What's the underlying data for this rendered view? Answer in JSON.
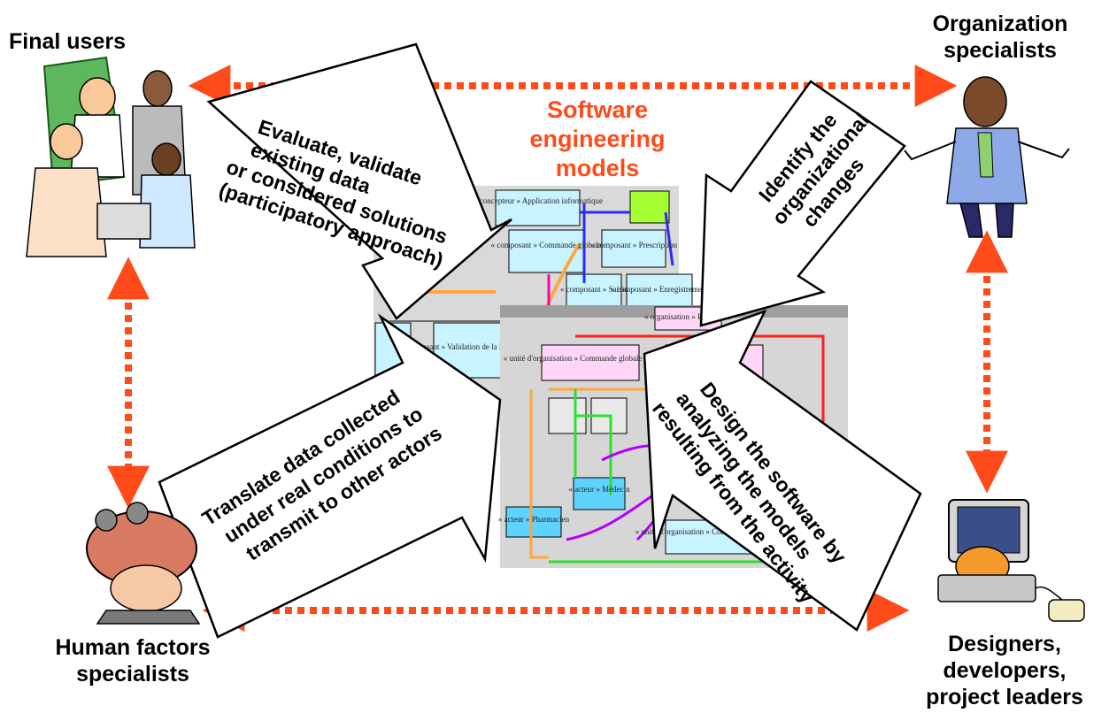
{
  "actors": {
    "final_users": "Final users",
    "organization": [
      "Organization",
      "specialists"
    ],
    "human_factors": [
      "Human factors",
      "specialists"
    ],
    "designers": [
      "Designers,",
      "developers,",
      "project leaders"
    ]
  },
  "center": {
    "title": [
      "Software",
      "engineering",
      "models"
    ]
  },
  "callouts": {
    "evaluate": [
      "Evaluate, validate",
      "existing data",
      "or considered solutions",
      "(participatory approach)"
    ],
    "identify": [
      "Identify the",
      "organizational",
      "changes"
    ],
    "translate": [
      "Translate data collected",
      "under real conditions to",
      "transmit to other actors"
    ],
    "design": [
      "Design the software by",
      "analyzing the models",
      "resulting from the activity"
    ]
  },
  "model_boxes": {
    "back": [
      "« concepteur » Application informatique",
      "« composant » Commande globale",
      "« composant » Prescription",
      "« composant » Saisie",
      "« composant » Enregistrement",
      "« composant » Validation de la Prescription"
    ],
    "front": [
      "« unité d'organisation » Commande globale pharmacie",
      "« acteur » Médecin",
      "« acteur » Pharmacien",
      "« unité d'organisation » Commande nominative",
      "« organisation » Pharmacie"
    ]
  },
  "colors": {
    "arrow": "#ff4b1a",
    "title": "#ff4b1a",
    "box_fill": "#c8f4ff",
    "box_pink": "#ffd6f8",
    "box_yellow": "#ffff66"
  }
}
